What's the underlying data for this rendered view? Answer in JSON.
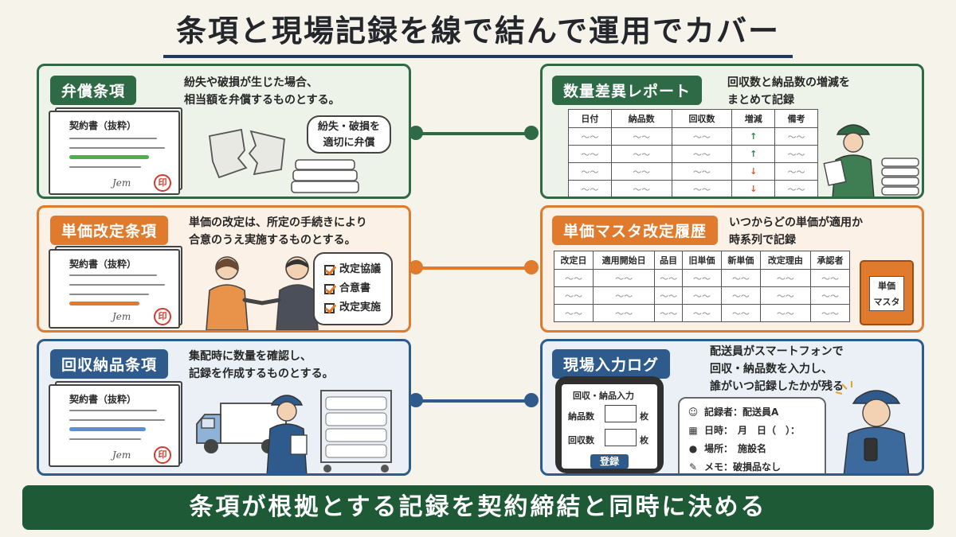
{
  "title": "条項と現場記録を線で結んで運用でカバー",
  "doc_title": "契約書（抜粋）",
  "seal_char": "印",
  "signature": "Jem",
  "clauses": [
    {
      "tag": "弁償条項",
      "desc": "紛失や破損が生じた場合、\n相当額を弁償するものとする。",
      "bubble": "紛失・破損を\n適切に弁償",
      "color": "#2d6a45"
    },
    {
      "tag": "単価改定条項",
      "desc": "単価の改定は、所定の手続きにより\n合意のうえ実施するものとする。",
      "checklist": [
        "改定協議",
        "合意書",
        "改定実施"
      ],
      "color": "#e07a2c"
    },
    {
      "tag": "回収納品条項",
      "desc": "集配時に数量を確認し、\n記録を作成するものとする。",
      "color": "#2f5b8c"
    }
  ],
  "records": [
    {
      "tag": "数量差異レポート",
      "desc": "回収数と納品数の増減を\nまとめて記録",
      "columns": [
        "日付",
        "納品数",
        "回収数",
        "増減",
        "備考"
      ],
      "trend": [
        "up",
        "up",
        "down",
        "down"
      ]
    },
    {
      "tag": "単価マスタ改定履歴",
      "desc": "いつからどの単価が適用か\n時系列で記録",
      "columns": [
        "改定日",
        "適用開始日",
        "品目",
        "旧単価",
        "新単価",
        "改定理由",
        "承認者"
      ],
      "binder_label": "単価\nマスタ"
    },
    {
      "tag": "現場入力ログ",
      "desc": "配送員がスマートフォンで\n回収・納品数を入力し、\n誰がいつ記録したかが残る",
      "phone": {
        "header": "回収・納品入力",
        "delivered_label": "納品数",
        "collected_label": "回収数",
        "unit": "枚",
        "button": "登録"
      },
      "info": [
        {
          "icon": "person-icon",
          "text": "記録者：配送員A"
        },
        {
          "icon": "calendar-icon",
          "text": "日時：　月　日（　）："
        },
        {
          "icon": "pin-icon",
          "text": "場所：　施設名"
        },
        {
          "icon": "memo-icon",
          "text": "メモ：破損品なし"
        }
      ]
    }
  ],
  "footer": "条項が根拠とする記録を契約締結と同時に決める",
  "colors": {
    "green": "#2d6a45",
    "orange": "#e07a2c",
    "blue": "#2f5b8c",
    "footer": "#1e5a36"
  }
}
